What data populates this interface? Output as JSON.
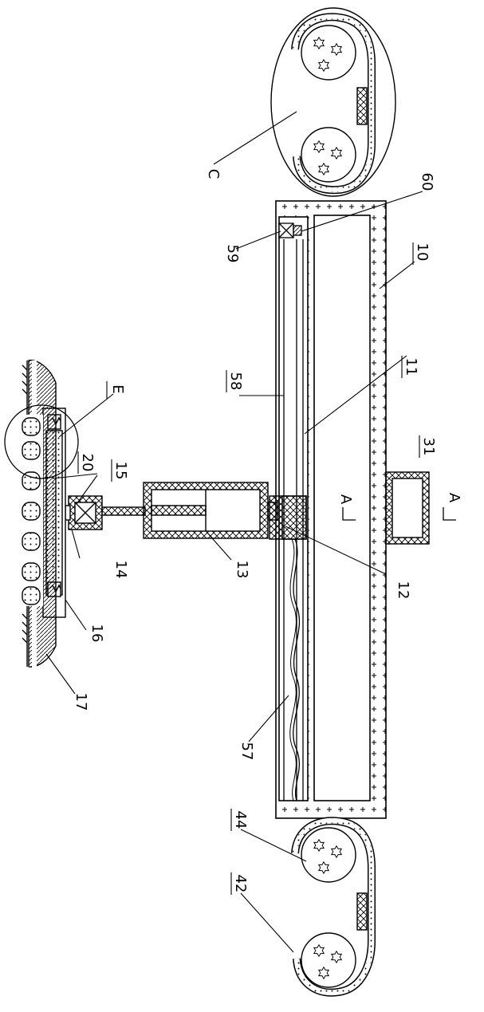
{
  "labels": {
    "c": "C",
    "l60": "60",
    "l59": "59",
    "l10": "10",
    "l58": "58",
    "l11": "11",
    "e": "E",
    "l31": "31",
    "l20": "20",
    "l15": "15",
    "a_left": "A",
    "a_right": "A",
    "l14": "14",
    "l13": "13",
    "l12": "12",
    "l16": "16",
    "l17": "17",
    "l57": "57",
    "l44": "44",
    "l42": "42"
  },
  "colors": {
    "line": "#000000",
    "paper": "#ffffff"
  }
}
